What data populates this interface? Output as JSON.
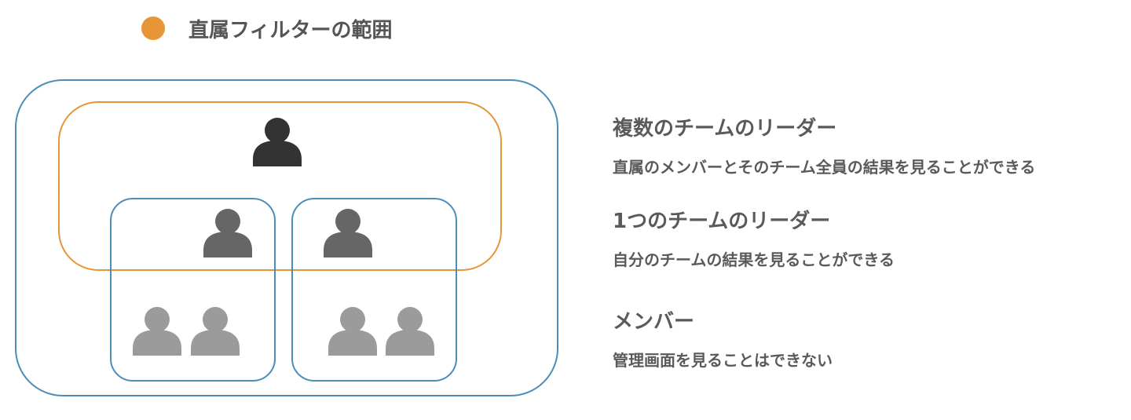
{
  "legend": {
    "label": "直属フィルターの範囲",
    "dot_color": "#E8953A"
  },
  "colors": {
    "blue_border": "#4A8DB8",
    "orange_border": "#E8953A",
    "leader_icon": "#333333",
    "sub_leader_icon": "#666666",
    "member_icon": "#9B9B9B"
  },
  "icons": {
    "top_leader": "person-icon",
    "team_leader": "person-icon",
    "member": "person-icon"
  },
  "roles": [
    {
      "title": "複数のチームのリーダー",
      "description": "直属のメンバーとそのチーム全員の結果を見ることができる"
    },
    {
      "title": "1つのチームのリーダー",
      "description": "自分のチームの結果を見ることができる"
    },
    {
      "title": "メンバー",
      "description": "管理画面を見ることはできない"
    }
  ]
}
